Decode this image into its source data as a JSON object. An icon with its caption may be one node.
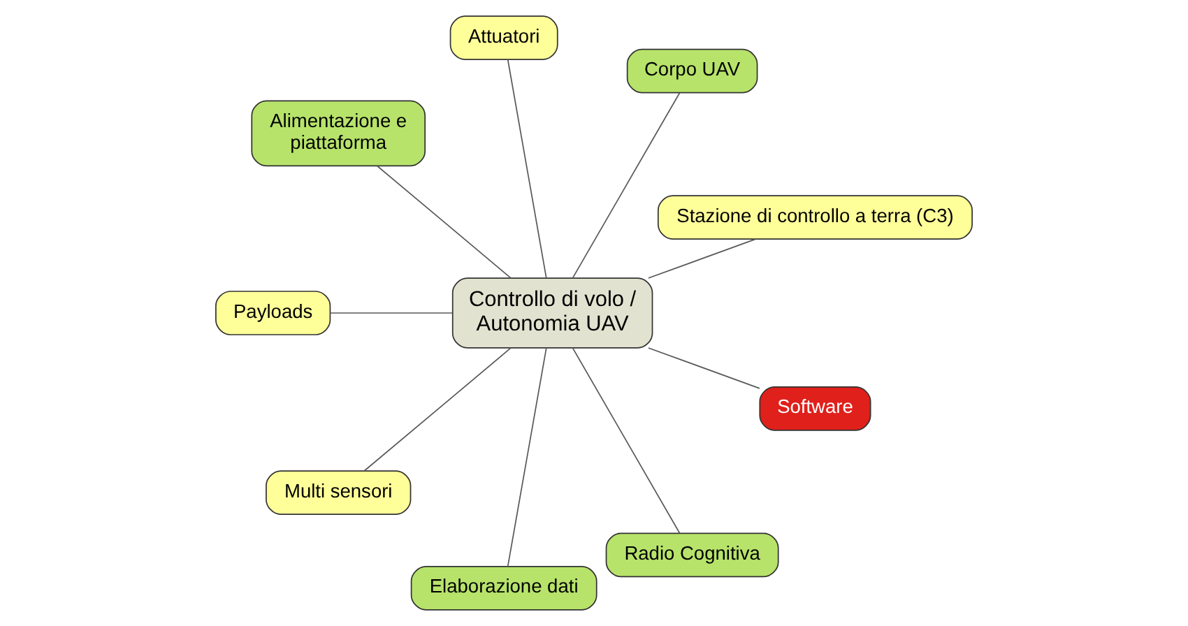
{
  "diagram": {
    "nodes": [
      {
        "text": [
          "Stazione di controllo a terra (C3)"
        ]
      },
      {
        "text": [
          "Corpo UAV"
        ]
      },
      {
        "text": [
          "Attuatori"
        ]
      },
      {
        "text": [
          "Controllo di volo / Autonomia UAV"
        ]
      },
      {
        "text": [
          "Alimentazione e piattaforma"
        ]
      },
      {
        "text": [
          "Payloads"
        ]
      },
      {
        "text": [
          "Multi sensori"
        ]
      },
      {
        "text": [
          "Elaborazione dati"
        ]
      },
      {
        "text": [
          "Radio Cognitiva"
        ]
      },
      {
        "text": [
          "Software"
        ]
      }
    ],
    "edges": [
      {
        "from": 3,
        "to": 0,
        "arrow": "none"
      },
      {
        "from": 3,
        "to": 1,
        "arrow": "none"
      },
      {
        "from": 3,
        "to": 2,
        "arrow": "none"
      },
      {
        "from": 3,
        "to": 4,
        "arrow": "none"
      },
      {
        "from": 3,
        "to": 5,
        "arrow": "none"
      },
      {
        "from": 3,
        "to": 6,
        "arrow": "none"
      },
      {
        "from": 3,
        "to": 7,
        "arrow": "none"
      },
      {
        "from": 3,
        "to": 8,
        "arrow": "none"
      },
      {
        "from": 3,
        "to": 9,
        "arrow": "none"
      }
    ]
  }
}
